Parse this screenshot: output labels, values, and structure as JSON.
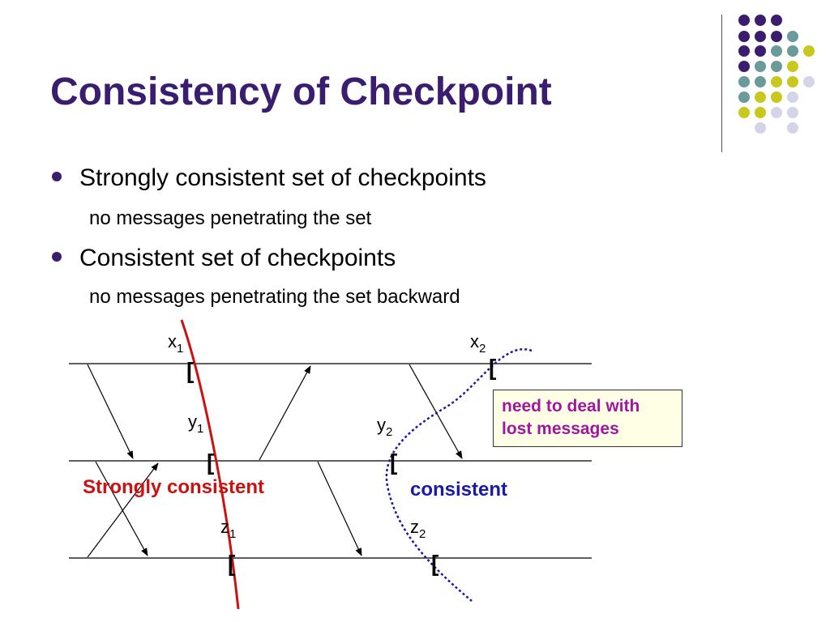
{
  "title": "Consistency of Checkpoint",
  "bullets": [
    {
      "text": "Strongly consistent set of checkpoints",
      "sub": "no messages penetrating the set"
    },
    {
      "text": "Consistent set of checkpoints",
      "sub": "no messages penetrating the set backward"
    }
  ],
  "diagram": {
    "checkpoints": {
      "x1": {
        "base": "x",
        "subscript": "1"
      },
      "x2": {
        "base": "x",
        "subscript": "2"
      },
      "y1": {
        "base": "y",
        "subscript": "1"
      },
      "y2": {
        "base": "y",
        "subscript": "2"
      },
      "z1": {
        "base": "z",
        "subscript": "1"
      },
      "z2": {
        "base": "z",
        "subscript": "2"
      }
    },
    "checkpoint_mark": "[",
    "note": "need to deal with lost messages",
    "strong_label": "Strongly consistent",
    "consistent_label": "consistent"
  },
  "colors": {
    "title": "#3a1d6e",
    "strong": "#cc1111",
    "consistent": "#1a1aa6",
    "note_text": "#a0169e",
    "note_bg": "#ffffe6",
    "deco_purple": "#3a1d6e",
    "deco_teal": "#6a9a9a",
    "deco_yellow": "#c8c81e",
    "deco_lavender": "#d4d4e8"
  }
}
